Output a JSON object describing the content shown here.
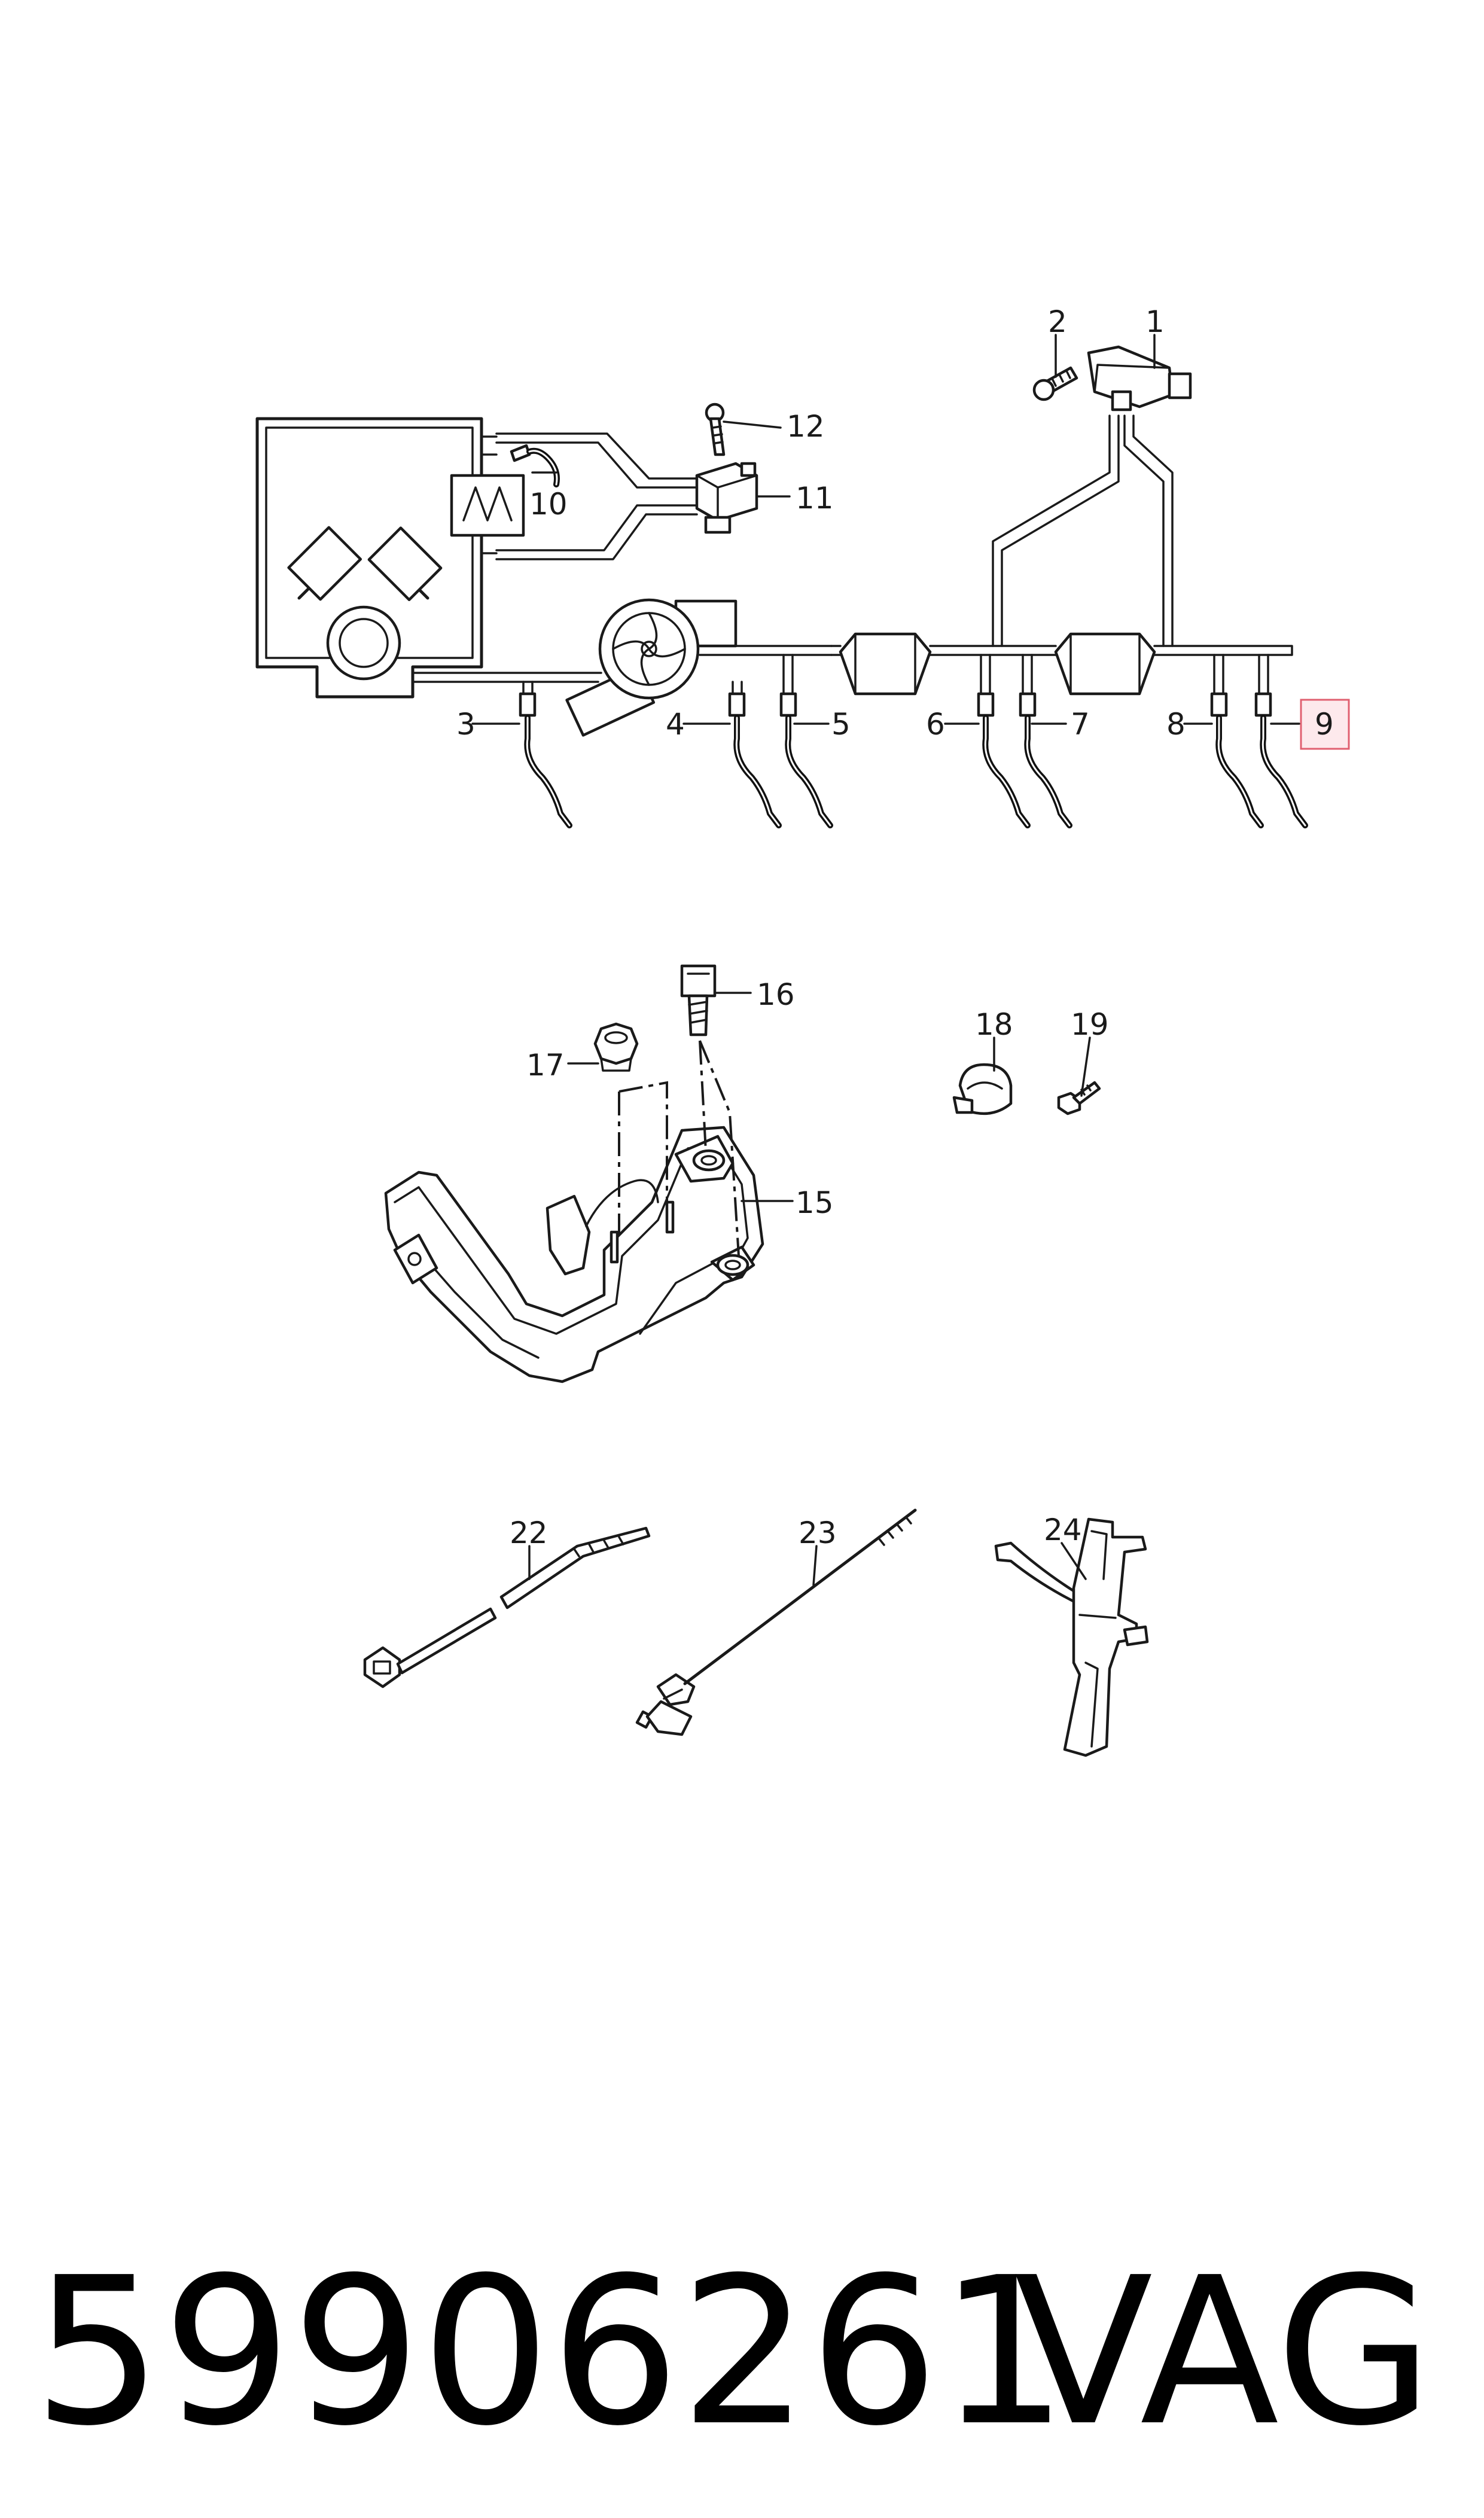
{
  "callouts": {
    "c1": "1",
    "c2": "2",
    "c3": "3",
    "c4": "4",
    "c5": "5",
    "c6": "6",
    "c7": "7",
    "c8": "8",
    "c9": "9",
    "c10": "10",
    "c11": "11",
    "c12": "12",
    "c15": "15",
    "c16": "16",
    "c17": "17",
    "c18": "18",
    "c19": "19",
    "c22": "22",
    "c23": "23",
    "c24": "24"
  },
  "highlighted_callout": "9",
  "highlight_color": "#e06070",
  "footer": {
    "part_number": "59906261",
    "brand": "VAG"
  }
}
